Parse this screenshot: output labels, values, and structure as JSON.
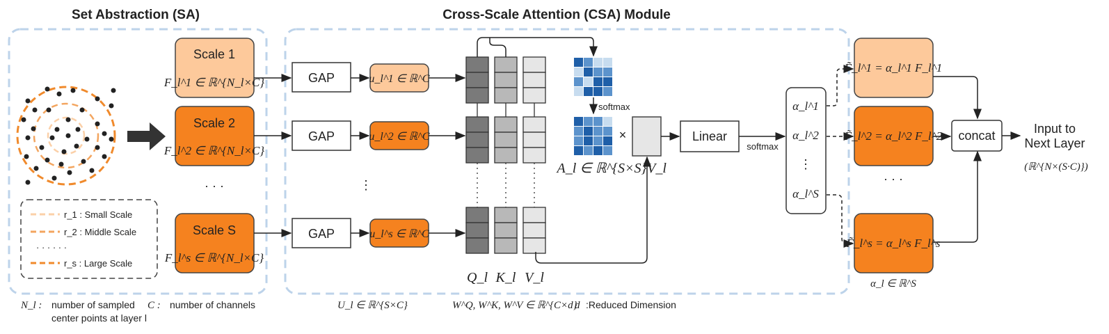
{
  "titles": {
    "sa": "Set Abstraction (SA)",
    "csa": "Cross-Scale Attention (CSA) Module"
  },
  "colors": {
    "light_orange": "#fdc99b",
    "dark_orange": "#f5821f",
    "dashed_blue": "#bdd3ea",
    "q_gray": "#7a7a7a",
    "k_gray": "#b8b8b8",
    "v_gray": "#e6e6e6",
    "attn_dark": "#1f5fa8",
    "attn_mid": "#5c93cc",
    "attn_light": "#c7dcef"
  },
  "scales": [
    {
      "label": "Scale 1",
      "formula": "F_l^1 ∈ ℝ^{N_l×C}"
    },
    {
      "label": "Scale 2",
      "formula": "F_l^2 ∈ ℝ^{N_l×C}"
    },
    {
      "label": "Scale S",
      "formula": "F_l^s ∈ ℝ^{N_l×C}"
    }
  ],
  "scale_dots": "· · ·",
  "legend": {
    "r1": "r_1 : Small Scale",
    "r2": "r_2 : Middle Scale",
    "dots": "· · ·          · · ·",
    "rs": "r_s : Large Scale"
  },
  "gap_label": "GAP",
  "u_vectors": [
    "u_l^1 ∈ ℝ^C",
    "u_l^2 ∈ ℝ^C",
    "u_l^s ∈ ℝ^C"
  ],
  "vdots": "⋮",
  "qkv_labels": [
    "Q_l",
    "K_l",
    "V_l"
  ],
  "softmax": "softmax",
  "times": "×",
  "attn_formula": "A_l ∈ ℝ^{S×S}",
  "v_label": "V_l",
  "linear": "Linear",
  "alphas": [
    "α_l^1",
    "α_l^2",
    "⋮",
    "α_l^S"
  ],
  "outputs": [
    "F̃_l^1 = α_l^1 F_l^1",
    "F̃_l^2 = α_l^2 F_l^2",
    "F̃_l^s = α_l^s F_l^s"
  ],
  "out_dots": "· · ·",
  "alpha_formula": "α_l ∈ ℝ^S",
  "concat": "concat",
  "next_layer": {
    "line1": "Input to",
    "line2": "Next Layer",
    "dim": "(ℝ^{N×(S·C)})"
  },
  "footnotes": {
    "nl_sym": "N_l :",
    "nl_text1": "number of sampled",
    "nl_text2": "center points at layer l",
    "c_sym": "C :",
    "c_text": "number of channels",
    "u_formula": "U_l ∈ ℝ^{S×C}",
    "w_formula": "W^Q, W^K, W^V ∈ ℝ^{C×d}",
    "d_sym": "d",
    "d_text": ":Reduced Dimension"
  }
}
